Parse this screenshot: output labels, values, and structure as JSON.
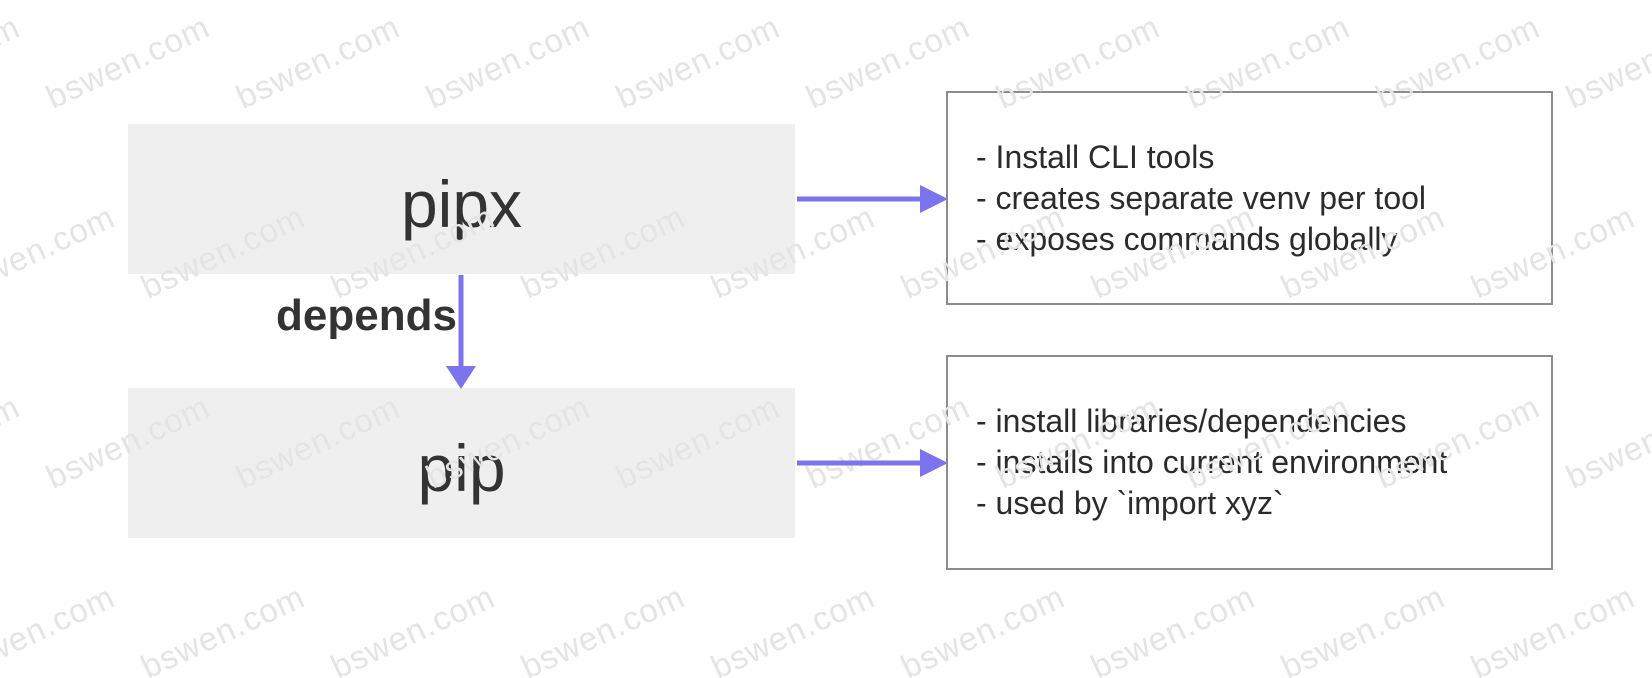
{
  "diagram": {
    "nodes": [
      {
        "id": "pipx",
        "label": "pipx"
      },
      {
        "id": "pip",
        "label": "pip"
      }
    ],
    "edge": {
      "from": "pipx",
      "to": "pip",
      "label": "depends"
    },
    "details": [
      {
        "for": "pipx",
        "lines": [
          "- Install CLI tools",
          "- creates separate venv per tool",
          "- exposes commands globally"
        ]
      },
      {
        "for": "pip",
        "lines": [
          "- install libraries/dependencies",
          "- installs into current environment",
          "- used by `import xyz`"
        ]
      }
    ]
  },
  "watermark": {
    "text": "bswen.com",
    "color": "#e4e4e4"
  },
  "colors": {
    "arrow": "#7b74ee",
    "node_bg": "#efefef",
    "detail_border": "#8c8c8c",
    "text": "#333333"
  }
}
